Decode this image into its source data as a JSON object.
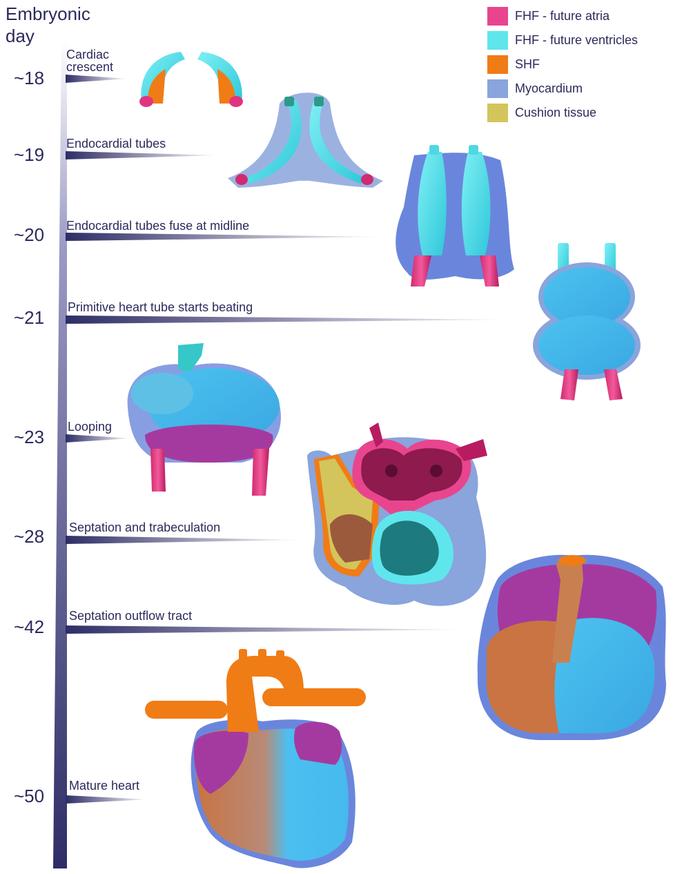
{
  "axis_title": "Embryonic\nday",
  "days": [
    "~18",
    "~19",
    "~20",
    "~21",
    "~23",
    "~28",
    "~42",
    "~50"
  ],
  "stages": [
    "Cardiac\ncrescent",
    "Endocardial tubes",
    "Endocardial tubes fuse at midline",
    "Primitive heart tube starts beating",
    "Looping",
    "Septation and trabeculation",
    "Septation outflow tract",
    "Mature heart"
  ],
  "legend": [
    {
      "label": "FHF - future atria",
      "color": "#e8458e"
    },
    {
      "label": "FHF - future ventricles",
      "color": "#5fe6ec"
    },
    {
      "label": "SHF",
      "color": "#f07c16"
    },
    {
      "label": "Myocardium",
      "color": "#8aa4dc"
    },
    {
      "label": "Cushion tissue",
      "color": "#d4c45c"
    }
  ]
}
